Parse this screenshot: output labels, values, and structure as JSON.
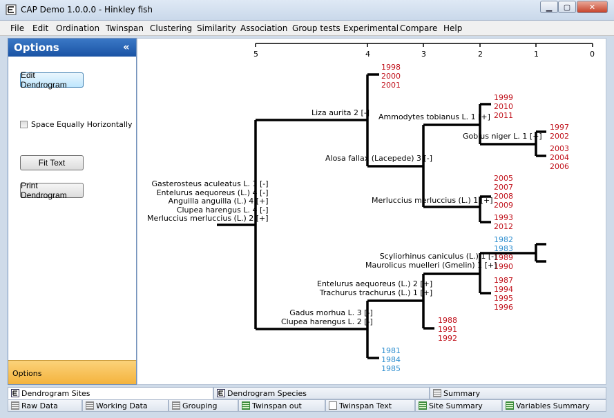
{
  "window": {
    "title": "CAP Demo 1.0.0.0 - Hinkley fish"
  },
  "menu": [
    "File",
    "Edit",
    "Ordination",
    "Twinspan",
    "Clustering",
    "Similarity",
    "Association",
    "Group tests",
    "Experimental",
    "Compare",
    "Help"
  ],
  "options": {
    "title": "Options",
    "collapse": "«",
    "edit_button": "Edit Dendrogram",
    "space_checkbox": "Space Equally Horizontally",
    "fit_button": "Fit Text",
    "print_button": "Print Dendrogram",
    "footer": "Options"
  },
  "dendrogram": {
    "scale": [
      "5",
      "4",
      "3",
      "2",
      "1",
      "0"
    ],
    "years_top": [
      "1998",
      "2000",
      "2001"
    ],
    "years_a": [
      "1999",
      "2010",
      "2011"
    ],
    "years_b": [
      "1997",
      "2002"
    ],
    "years_c": [
      "2003",
      "2004",
      "2006"
    ],
    "years_d": [
      "2005",
      "2007",
      "2008",
      "2009"
    ],
    "years_e": [
      "1993",
      "2012"
    ],
    "years_f": [
      "1982",
      "1983"
    ],
    "years_g": [
      "1989",
      "1990"
    ],
    "years_h": [
      "1987",
      "1994",
      "1995",
      "1996"
    ],
    "years_i": [
      "1988",
      "1991",
      "1992"
    ],
    "years_j": [
      "1981",
      "1984",
      "1985"
    ],
    "labels": {
      "liza": "Liza aurita 2 [-]",
      "ammodytes": "Ammodytes tobianus L. 1 [+]",
      "gobius": "Gobius niger L. 1 [+]",
      "alosa": "Alosa fallax (Lacepede) 3 [-]",
      "merluccius_small": "Merluccius merluccius (L.) 1 [+]",
      "root_1": "Gasterosteus aculeatus L. 1 [-]",
      "root_2": "Entelurus aequoreus (L.) 4 [-]",
      "root_3": "Anguilla anguilla (L.) 4 [+]",
      "root_4": "Clupea harengus L. 4 [-]",
      "root_5": "Merluccius merluccius (L.) 2 [+]",
      "scylio": "Scyliorhinus caniculus (L.) 1 [-]",
      "maurol": "Maurolicus muelleri (Gmelin) 1 [+]",
      "entel": "Entelurus aequoreus (L.) 2 [+]",
      "trach": "Trachurus trachurus (L.) 1 [+]",
      "gadus": "Gadus morhua L. 3 [-]",
      "clupea": "Clupea harengus L. 2 [-]"
    }
  },
  "tabs_row1": [
    "Dendrogram Sites",
    "Dendrogram Species",
    "Summary"
  ],
  "tabs_row2": [
    "Raw Data",
    "Working Data",
    "Grouping",
    "Twinspan out",
    "Twinspan Text",
    "Site Summary",
    "Variables Summary"
  ]
}
